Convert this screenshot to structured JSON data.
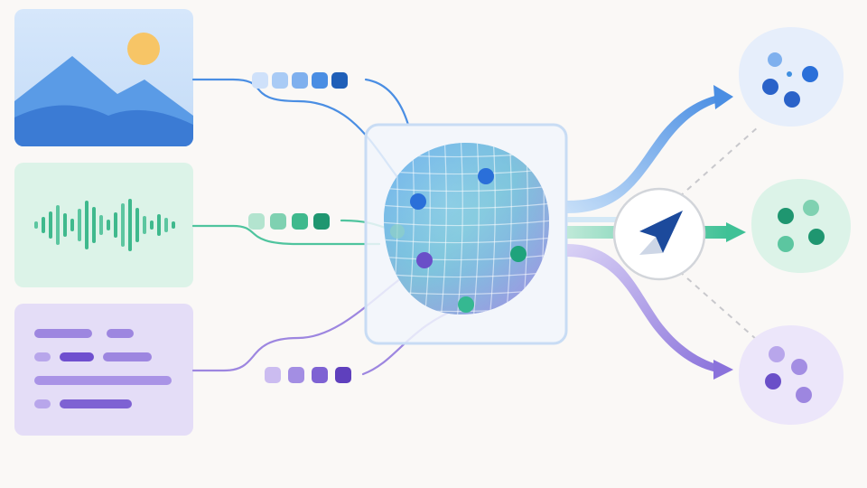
{
  "palette": {
    "background": "#faf8f6",
    "blue": "#3f8fe0",
    "blue_dark": "#2a6fc9",
    "blue_light": "#cfe3fa",
    "green": "#2fb38a",
    "green_light": "#d8f2e6",
    "purple": "#8068d6",
    "purple_light": "#e6ddf8",
    "navy": "#1c4a9c"
  },
  "inputs": [
    {
      "id": "image",
      "icon": "mountain-landscape-icon",
      "color": "#3f8fe0",
      "tokens": [
        "#cfe1fa",
        "#a9cbf5",
        "#7fb0ee",
        "#4a8ee3",
        "#1f5fb8"
      ]
    },
    {
      "id": "audio",
      "icon": "audio-waveform-icon",
      "color": "#2fb38a",
      "tokens": [
        "#d5f0e4",
        "#b3e4cf",
        "#7fd1b1",
        "#3fb98d",
        "#1f9670"
      ]
    },
    {
      "id": "text",
      "icon": "text-lines-icon",
      "color": "#8068d6",
      "tokens": [
        "#e6ddf8",
        "#cbbcf0",
        "#a38ee3",
        "#7e62d3",
        "#5f40bd"
      ]
    }
  ],
  "core": {
    "icon": "embedding-sphere-icon"
  },
  "router": {
    "icon": "navigation-arrow-icon"
  },
  "outputs": [
    {
      "id": "blue-cluster",
      "icon": "blue-cluster-icon",
      "color": "#3f8fe0"
    },
    {
      "id": "green-cluster",
      "icon": "green-cluster-icon",
      "color": "#2fb38a"
    },
    {
      "id": "purple-cluster",
      "icon": "purple-cluster-icon",
      "color": "#8068d6"
    }
  ]
}
